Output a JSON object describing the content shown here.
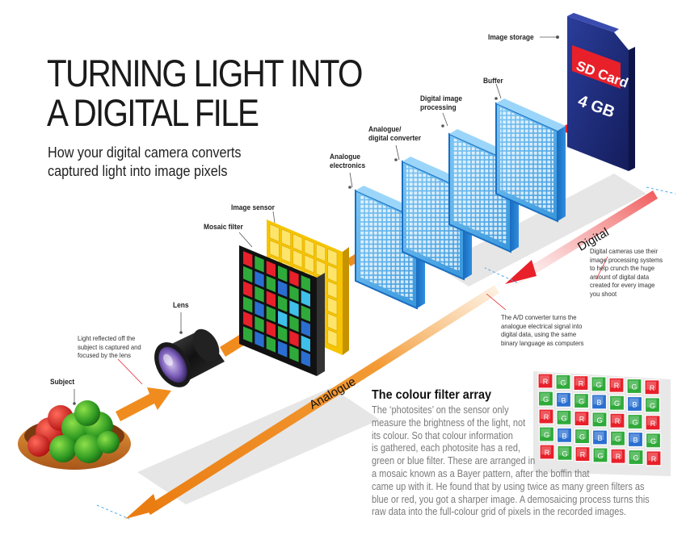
{
  "header": {
    "title_lines": [
      "TURNING LIGHT INTO",
      "A DIGITAL FILE"
    ],
    "subtitle_lines": [
      "How your digital camera converts",
      "captured light into image pixels"
    ]
  },
  "labels": {
    "subject": "Subject",
    "lens": "Lens",
    "mosaic_filter": "Mosaic filter",
    "image_sensor": "Image sensor",
    "analogue_electronics_lines": [
      "Analogue",
      "electronics"
    ],
    "ad_converter_lines": [
      "Analogue/",
      "digital converter"
    ],
    "digital_processing_lines": [
      "Digital image",
      "processing"
    ],
    "buffer": "Buffer",
    "image_storage": "Image storage"
  },
  "sd_card": {
    "brand": "SD Card",
    "capacity": "4 GB"
  },
  "axis": {
    "analogue": "Analogue",
    "digital": "Digital"
  },
  "notes": {
    "light_reflected": [
      "Light reflected off the",
      "subject is captured and",
      "focused by the lens"
    ],
    "ad_converter": [
      "The A/D converter turns the",
      "analogue electrical signal into",
      "digital data, using the same",
      "binary language as computers"
    ],
    "digital_cameras": [
      "Digital cameras use their",
      "image processing systems",
      "to help crunch the huge",
      "amount of digital data",
      "created for every image",
      "you shoot"
    ]
  },
  "colour_filter_array": {
    "title": "The colour filter array",
    "body_lines": [
      "The ‘photosites’ on the sensor only",
      "measure the brightness of the light, not",
      "its colour. So that colour information",
      "is gathered, each photosite has a red,",
      "green or blue filter. These are arranged in",
      "a mosaic known as a Bayer pattern, after the boffin that",
      "came up with it. He found that by using twice as many green filters as",
      "blue or red, you got a sharper image. A demosaicing process turns this",
      "raw data into the full-colour grid of pixels in the recorded images."
    ],
    "grid_rows": [
      [
        "R",
        "G",
        "R",
        "G",
        "R",
        "G",
        "R"
      ],
      [
        "G",
        "B",
        "G",
        "B",
        "G",
        "B",
        "G"
      ],
      [
        "R",
        "G",
        "R",
        "G",
        "R",
        "G",
        "R"
      ],
      [
        "G",
        "B",
        "G",
        "B",
        "G",
        "B",
        "G"
      ],
      [
        "R",
        "G",
        "R",
        "G",
        "R",
        "G",
        "R"
      ]
    ]
  },
  "colors": {
    "orange": "#f08c1e",
    "red": "#e8202a",
    "green": "#2faa3a",
    "blue": "#2a6fd0",
    "panel_blue": "#2b8fd8",
    "sensor_yellow": "#f6c400",
    "sd_navy": "#1e2a78"
  }
}
